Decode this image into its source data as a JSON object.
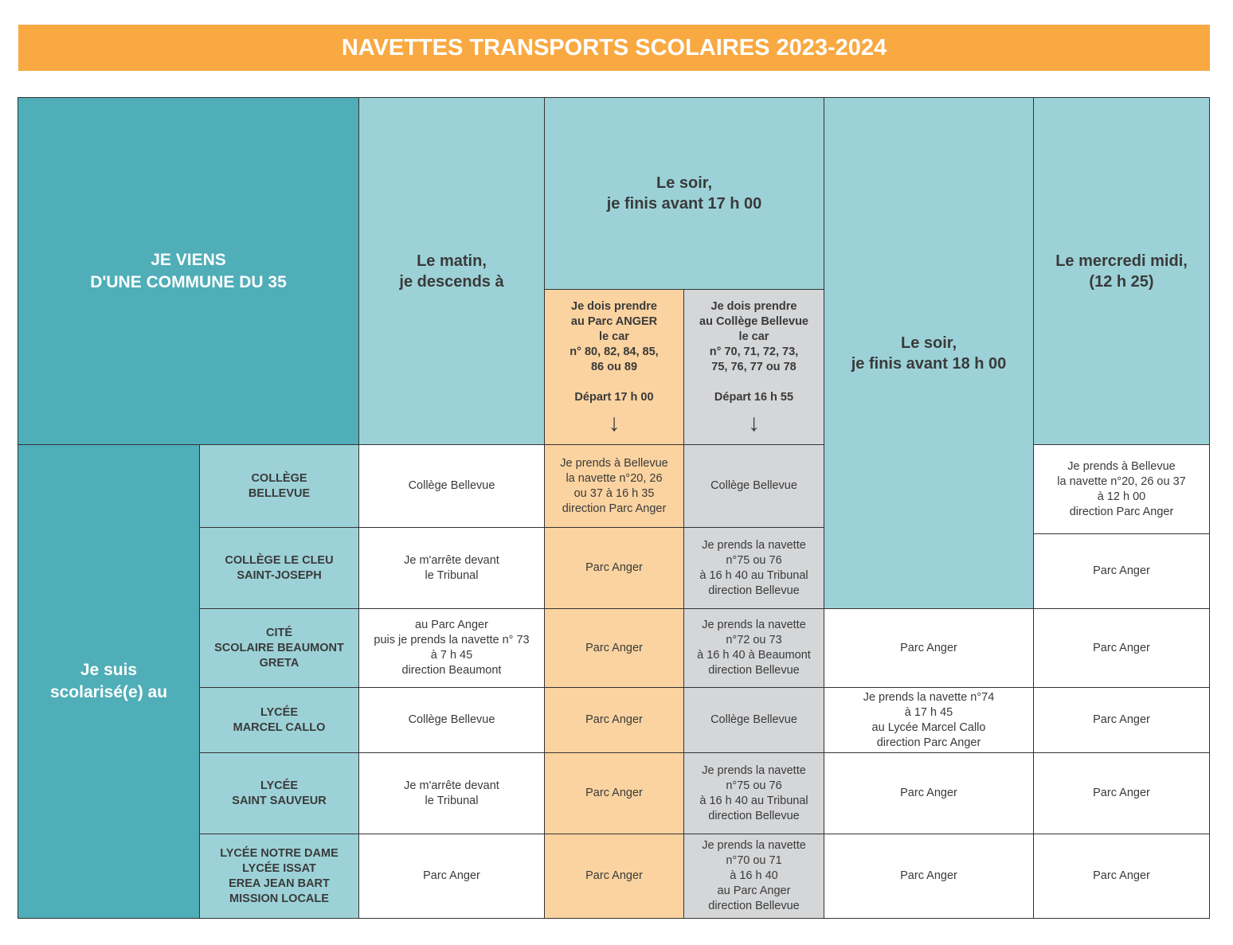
{
  "title": "NAVETTES TRANSPORTS SCOLAIRES 2023-2024",
  "headers": {
    "origin": "JE VIENS\nD'UNE COMMUNE DU 35",
    "morning": "Le matin,\nje descends à",
    "evening17": "Le soir,\nje finis avant 17 h 00",
    "anger_bus": "Je dois prendre\nau Parc ANGER\nle car\nn° 80, 82, 84, 85,\n86 ou 89\n\nDépart 17 h 00",
    "bellevue_bus": "Je dois prendre\nau Collège Bellevue\nle car\nn° 70, 71, 72, 73,\n75, 76, 77 ou 78\n\nDépart 16 h 55",
    "evening18": "Le soir,\nje finis avant 18 h 00",
    "wednesday": "Le mercredi midi,\n(12 h 25)",
    "school_label": "Je suis\nscolarisé(e) au"
  },
  "icons": {
    "arrow": "↓"
  },
  "rows": [
    {
      "school": "COLLÈGE\nBELLEVUE",
      "morning": "Collège Bellevue",
      "anger": "Je prends à Bellevue\nla navette n°20, 26\nou 37 à 16 h 35\ndirection Parc Anger",
      "bellevue": "Collège Bellevue",
      "wed": "Je prends à Bellevue\nla navette n°20, 26 ou 37\nà 12 h 00\ndirection Parc Anger"
    },
    {
      "school": "COLLÈGE LE CLEU\nSAINT-JOSEPH",
      "morning": "Je m'arrête devant\nle Tribunal",
      "anger": "Parc Anger",
      "bellevue": "Je prends la navette\nn°75 ou 76\nà 16 h 40 au Tribunal\ndirection Bellevue",
      "wed": "Parc Anger"
    },
    {
      "school": "CITÉ\nSCOLAIRE BEAUMONT\nGRETA",
      "morning": "au Parc Anger\npuis je prends la navette n° 73\nà 7 h 45\ndirection Beaumont",
      "anger": "Parc Anger",
      "bellevue": "Je prends la navette\nn°72 ou 73\nà 16 h 40 à Beaumont\ndirection Bellevue",
      "e18": "Parc Anger",
      "wed": "Parc Anger"
    },
    {
      "school": "LYCÉE\nMARCEL CALLO",
      "morning": "Collège Bellevue",
      "anger": "Parc Anger",
      "bellevue": "Collège Bellevue",
      "e18": "Je prends la navette n°74\nà 17 h 45\nau Lycée Marcel Callo\ndirection Parc Anger",
      "wed": "Parc Anger"
    },
    {
      "school": "LYCÉE\nSAINT SAUVEUR",
      "morning": "Je m'arrête devant\nle Tribunal",
      "anger": "Parc Anger",
      "bellevue": "Je prends la navette\nn°75 ou 76\nà 16 h 40 au Tribunal\ndirection Bellevue",
      "e18": "Parc Anger",
      "wed": "Parc Anger"
    },
    {
      "school": "LYCÉE NOTRE DAME\nLYCÉE ISSAT\nEREA JEAN BART\nMISSION LOCALE",
      "morning": "Parc Anger",
      "anger": "Parc Anger",
      "bellevue": "Je prends la navette\nn°70 ou 71\nà 16 h 40\nau Parc Anger\ndirection Bellevue",
      "e18": "Parc Anger",
      "wed": "Parc Anger"
    }
  ]
}
